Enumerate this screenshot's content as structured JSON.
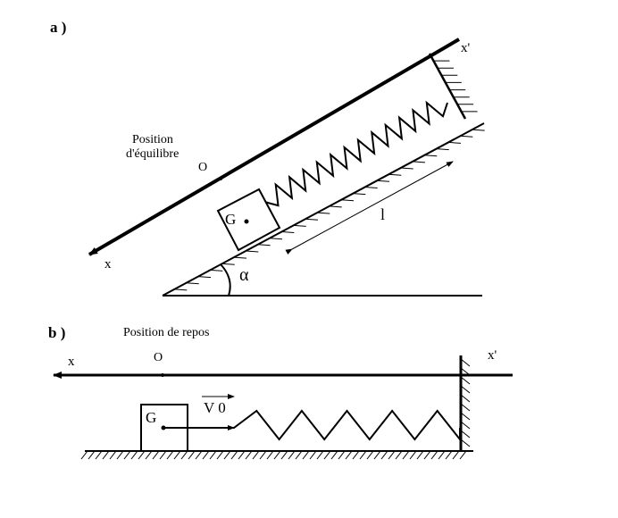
{
  "part_a": {
    "label": "a )",
    "axis_start": "x'",
    "axis_end": "x",
    "origin_label_line1": "Position",
    "origin_label_line2": "d'équilibre",
    "origin_marker": "O",
    "mass_label": "G",
    "length_label": "l",
    "angle_label": "α"
  },
  "part_b": {
    "label": "b )",
    "origin_label": "Position de repos",
    "origin_marker": "O",
    "axis_start": "x'",
    "axis_end": "x",
    "mass_label": "G",
    "velocity_label": "V 0"
  }
}
